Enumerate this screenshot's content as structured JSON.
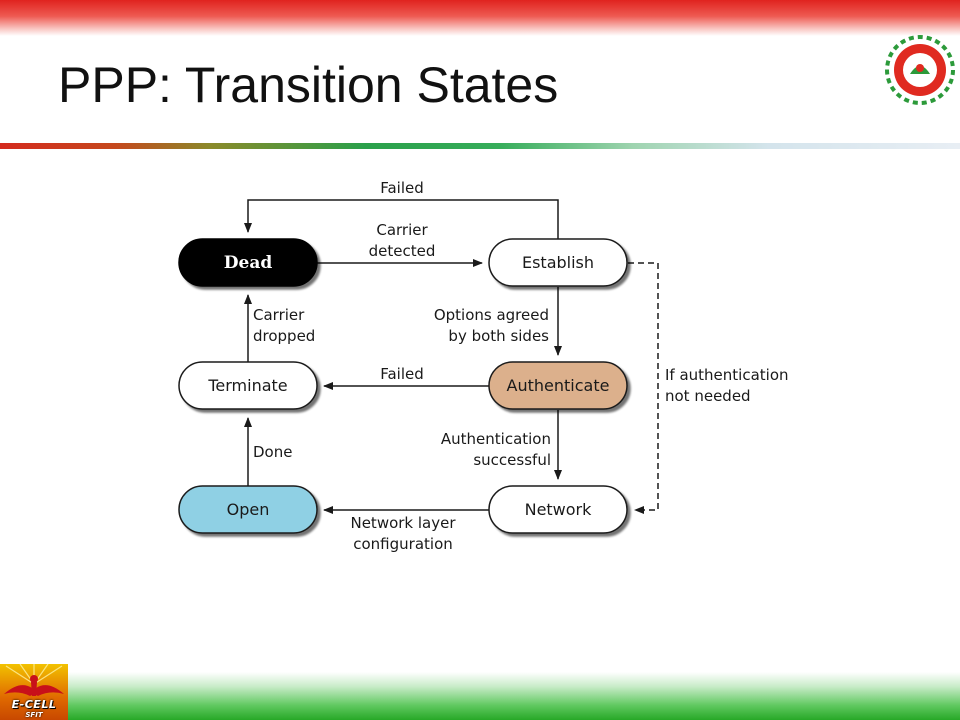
{
  "slide": {
    "title": "PPP: Transition States",
    "logo_text": "E-CELL",
    "logo_subtext": "SFIT"
  },
  "diagram": {
    "states": {
      "dead": "Dead",
      "establish": "Establish",
      "authenticate": "Authenticate",
      "terminate": "Terminate",
      "network": "Network",
      "open": "Open"
    },
    "labels": {
      "failed_top": "Failed",
      "carrier_detected": [
        "Carrier",
        "detected"
      ],
      "options_agreed": [
        "Options agreed",
        "by both sides"
      ],
      "carrier_dropped": [
        "Carrier",
        "dropped"
      ],
      "failed_mid": "Failed",
      "auth_not_needed": [
        "If authentication",
        "not needed"
      ],
      "auth_successful": [
        "Authentication",
        "successful"
      ],
      "done": "Done",
      "network_config": [
        "Network layer",
        "configuration"
      ]
    },
    "colors": {
      "dead": "#000000",
      "authenticate": "#dcb08c",
      "open": "#8fd0e4",
      "default": "#ffffff"
    }
  }
}
